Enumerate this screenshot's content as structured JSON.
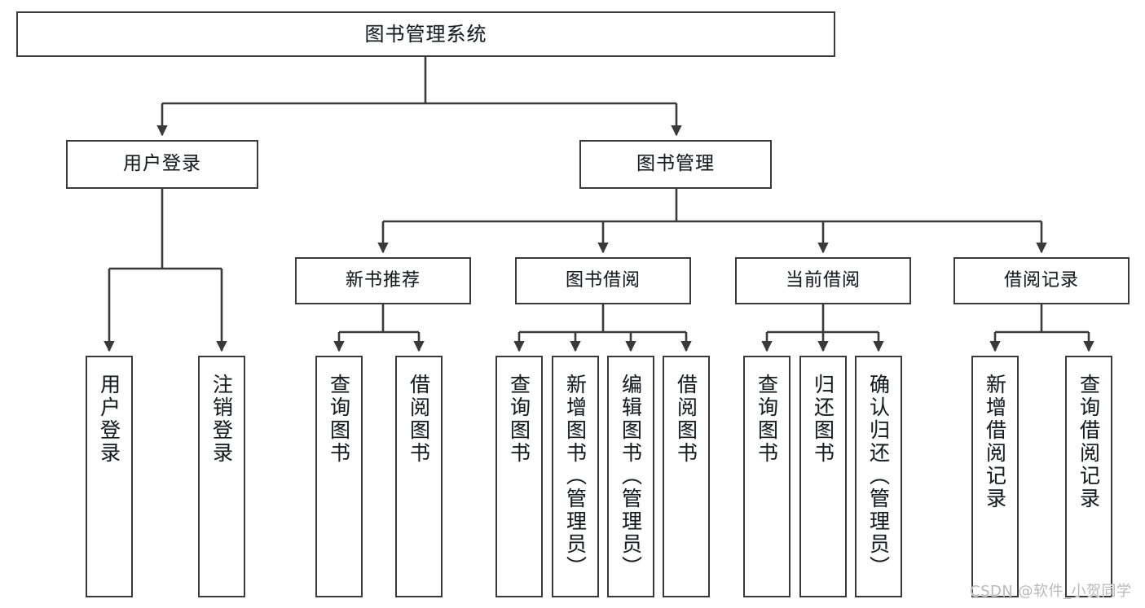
{
  "diagram": {
    "title": "图书管理系统",
    "type": "tree",
    "watermark": "CSDN @软件_小贺同学",
    "colors": {
      "box_border": "#3a3a3a",
      "box_fill": "#ffffff",
      "connector": "#3a3a3a",
      "text": "#1b1b1b",
      "watermark": "#b9b9b9"
    },
    "nodes": {
      "root": {
        "label": "图书管理系统"
      },
      "level2": [
        {
          "id": "user-login",
          "label": "用户登录"
        },
        {
          "id": "book-manage",
          "label": "图书管理"
        }
      ],
      "level3": [
        {
          "id": "new-book-recommend",
          "label": "新书推荐"
        },
        {
          "id": "book-borrow",
          "label": "图书借阅"
        },
        {
          "id": "current-borrow",
          "label": "当前借阅"
        },
        {
          "id": "borrow-record",
          "label": "借阅记录"
        }
      ],
      "leaves": {
        "user-login": [
          {
            "id": "leaf-user-login",
            "label": "用户登录"
          },
          {
            "id": "leaf-user-logout",
            "label": "注销登录"
          }
        ],
        "new-book-recommend": [
          {
            "id": "leaf-query-book-1",
            "label": "查询图书"
          },
          {
            "id": "leaf-borrow-book-1",
            "label": "借阅图书"
          }
        ],
        "book-borrow": [
          {
            "id": "leaf-query-book-2",
            "label": "查询图书"
          },
          {
            "id": "leaf-add-book-admin",
            "label": "新增图书（管理员）"
          },
          {
            "id": "leaf-edit-book-admin",
            "label": "编辑图书（管理员）"
          },
          {
            "id": "leaf-borrow-book-2",
            "label": "借阅图书"
          }
        ],
        "current-borrow": [
          {
            "id": "leaf-query-book-3",
            "label": "查询图书"
          },
          {
            "id": "leaf-return-book",
            "label": "归还图书"
          },
          {
            "id": "leaf-confirm-return-admin",
            "label": "确认归还（管理员）"
          }
        ],
        "borrow-record": [
          {
            "id": "leaf-add-borrow-record",
            "label": "新增借阅记录"
          },
          {
            "id": "leaf-query-borrow-record",
            "label": "查询借阅记录"
          }
        ]
      }
    }
  }
}
